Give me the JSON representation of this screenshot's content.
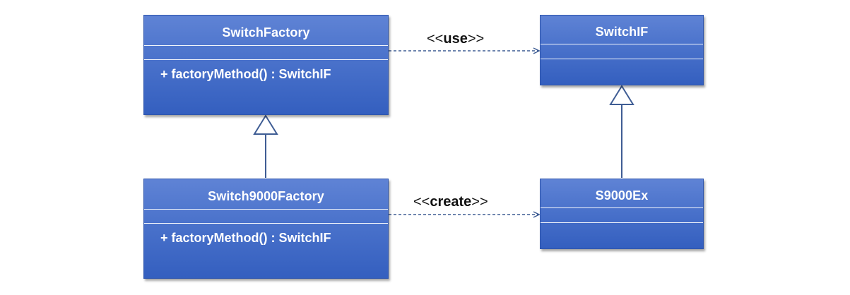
{
  "diagram": {
    "classes": {
      "switch_factory": {
        "name": "SwitchFactory",
        "method": "+ factoryMethod() : SwitchIF"
      },
      "switchif": {
        "name": "SwitchIF"
      },
      "switch9000_factory": {
        "name": "Switch9000Factory",
        "method": "+ factoryMethod() : SwitchIF"
      },
      "s9000ex": {
        "name": "S9000Ex"
      }
    },
    "relations": {
      "use": {
        "open": "<<",
        "name": "use",
        "close": ">>"
      },
      "create": {
        "open": "<<",
        "name": "create",
        "close": ">>"
      }
    },
    "colors": {
      "box_top": "#5f83d5",
      "box_bottom": "#345fbf",
      "box_border": "#2f56ad",
      "connector": "#3f5d94"
    }
  }
}
